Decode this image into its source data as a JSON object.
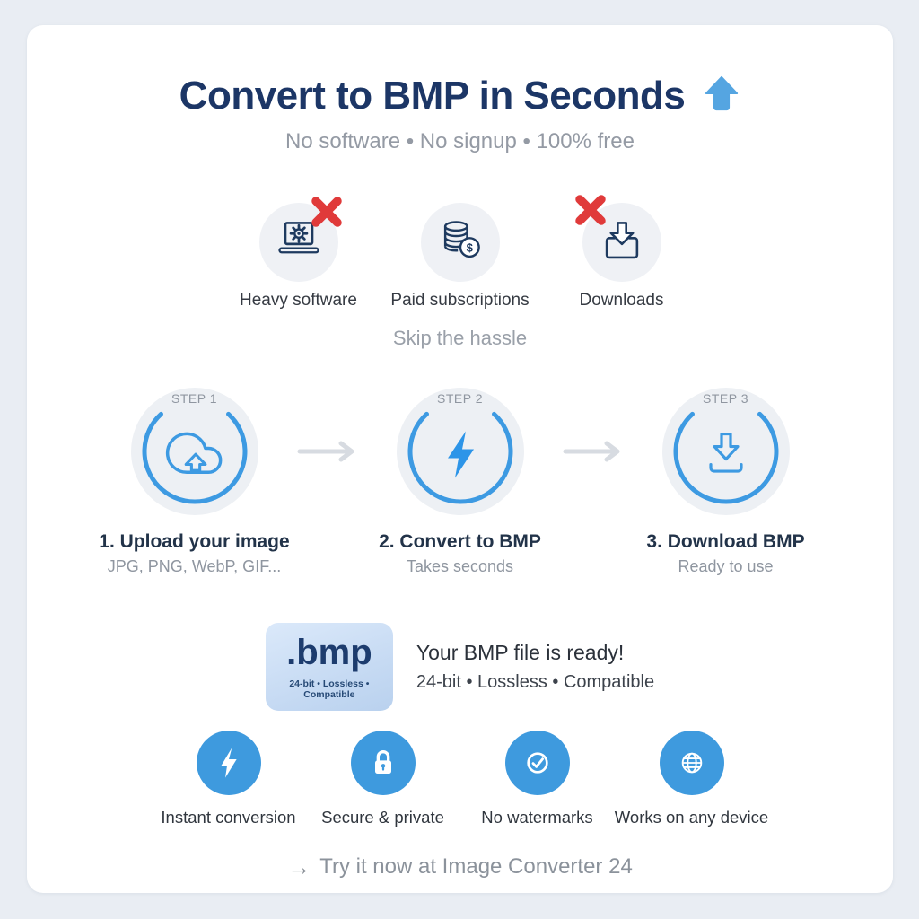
{
  "header": {
    "title": "Convert to BMP in Seconds",
    "subtitle": "No software • No signup • 100% free"
  },
  "pain": {
    "items": [
      {
        "label": "Heavy software",
        "icon": "laptop-gear-icon",
        "x_mark": "top-right"
      },
      {
        "label": "Paid subscriptions",
        "icon": "coins-dollar-icon",
        "x_mark": "none"
      },
      {
        "label": "Downloads",
        "icon": "download-box-icon",
        "x_mark": "top-left"
      }
    ],
    "caption": "Skip the hassle"
  },
  "steps": {
    "items": [
      {
        "badge": "STEP 1",
        "title": "1. Upload your image",
        "subtitle": "JPG, PNG, WebP, GIF...",
        "icon": "cloud-upload-icon"
      },
      {
        "badge": "STEP 2",
        "title": "2. Convert to BMP",
        "subtitle": "Takes seconds",
        "icon": "lightning-bolt-icon"
      },
      {
        "badge": "STEP 3",
        "title": "3. Download BMP",
        "subtitle": "Ready to use",
        "icon": "download-arrow-icon"
      }
    ]
  },
  "result": {
    "file_extension": ".bmp",
    "badge_caption": "24-bit • Lossless • Compatible",
    "headline": "Your BMP file is ready!",
    "subheadline": "24-bit • Lossless • Compatible"
  },
  "features": {
    "items": [
      {
        "label": "Instant conversion",
        "icon": "lightning-bolt-icon"
      },
      {
        "label": "Secure & private",
        "icon": "lock-icon"
      },
      {
        "label": "No watermarks",
        "icon": "check-circle-icon"
      },
      {
        "label": "Works on any device",
        "icon": "globe-icon"
      }
    ]
  },
  "footer": {
    "arrow": "→",
    "cta": "Try it now at Image Converter 24"
  },
  "colors": {
    "background": "#e9edf3",
    "card": "#ffffff",
    "navy_text": "#1c3666",
    "icon_navy": "#1e3a5f",
    "accent_blue": "#3d9ae2",
    "bolt_blue": "#2d95e8",
    "feature_blue": "#3e9ade",
    "red_x": "#e03a3a",
    "muted_gray": "#949aa4",
    "badge_blue": "#c9dcf3",
    "flow_arrow_gray": "#d7dbe1"
  }
}
